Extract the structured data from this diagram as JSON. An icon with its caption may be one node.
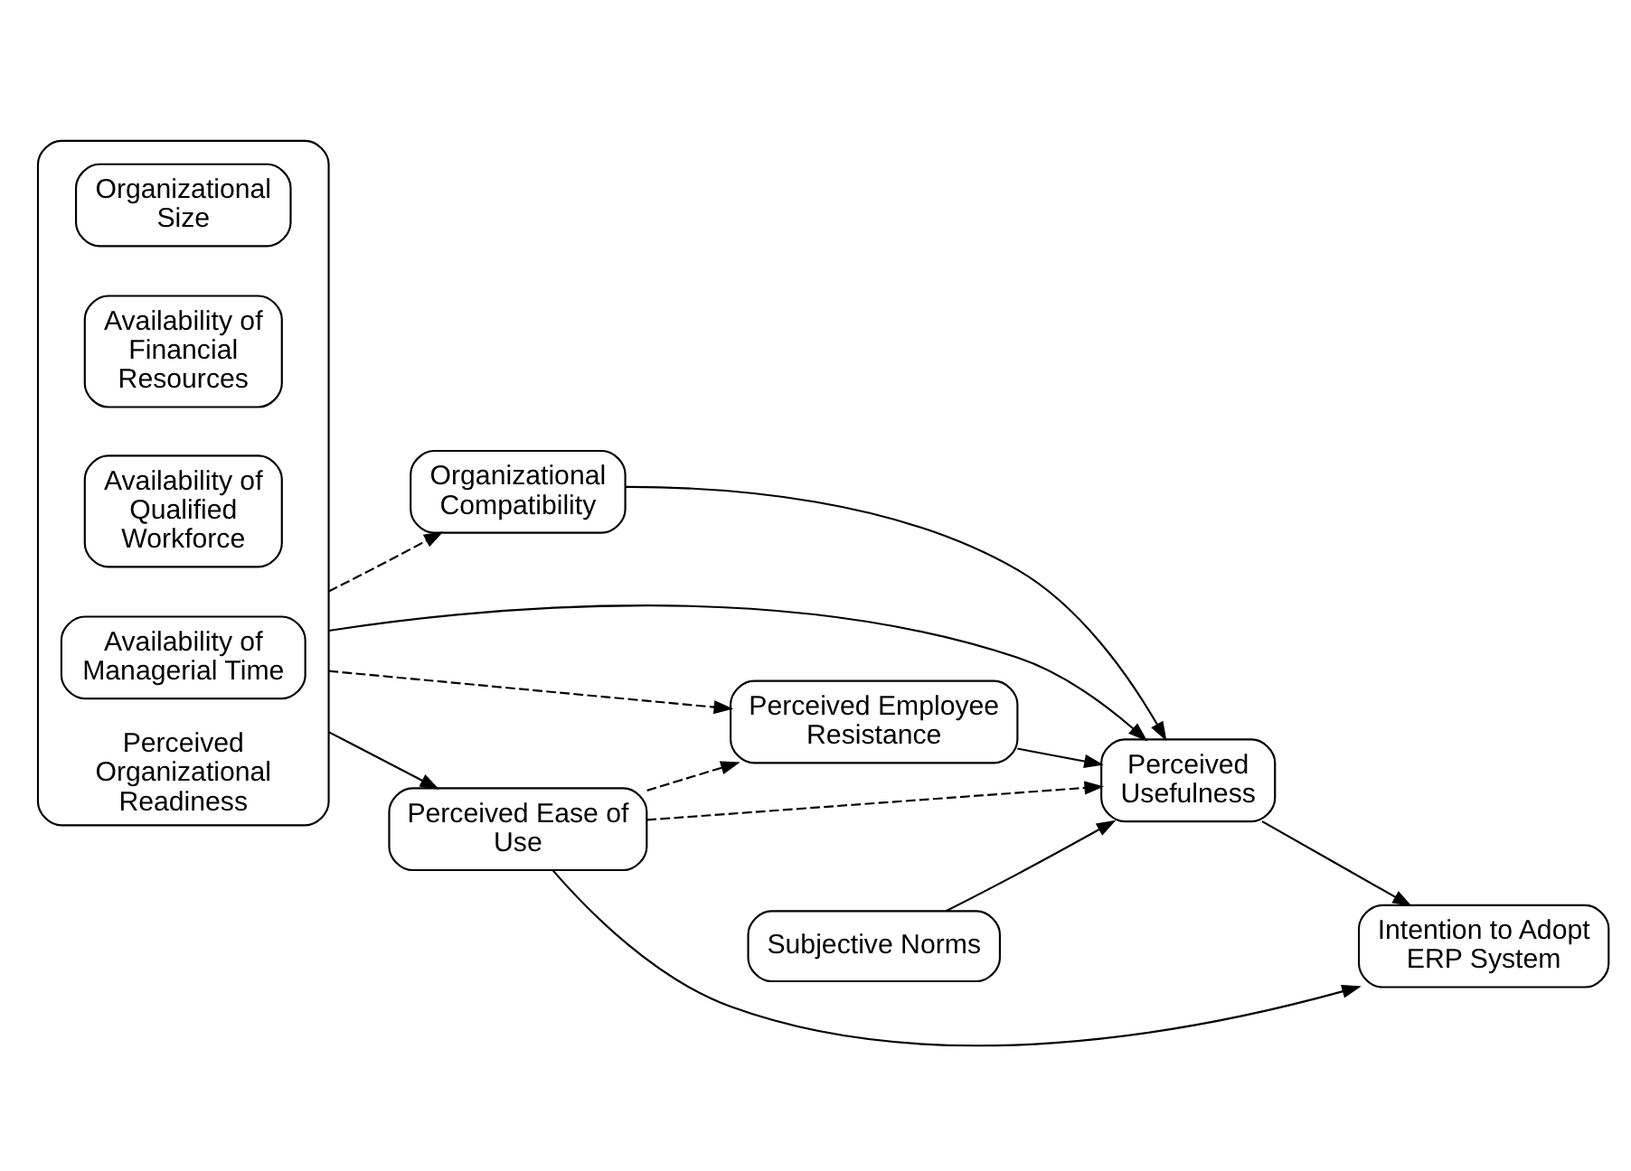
{
  "diagram": {
    "nodes": [
      {
        "text": [
          "Perceived Organizational Readiness"
        ]
      },
      {
        "text": [
          "Availability of Managerial Time"
        ],
        "in": 0
      },
      {
        "text": [
          "Availability of Qualified Workforce"
        ],
        "in": 0
      },
      {
        "text": [
          "Availability of Financial Resources"
        ],
        "in": 0
      },
      {
        "text": [
          "Organizational Size"
        ],
        "in": 0
      },
      {
        "text": [
          "Subjective Norms"
        ]
      },
      {
        "text": [
          "Organizational Compatibility"
        ]
      },
      {
        "text": [
          "Perceived Usefulness"
        ]
      },
      {
        "text": [
          "Perceived Employee Resistance"
        ]
      },
      {
        "text": [
          "Intention to Adopt ERP System"
        ]
      },
      {
        "text": [
          "Perceived Ease of Use"
        ]
      }
    ],
    "edges": [
      {
        "from": 0,
        "to": 7,
        "arrow": "to"
      },
      {
        "from": 0,
        "to": 6,
        "arrow": "to",
        "style": "dashed"
      },
      {
        "from": 0,
        "to": 8,
        "arrow": "to",
        "style": "dashed"
      },
      {
        "from": 6,
        "to": 7,
        "arrow": "to"
      },
      {
        "from": 5,
        "to": 7,
        "arrow": "to"
      },
      {
        "from": 8,
        "to": 7,
        "arrow": "to"
      },
      {
        "from": 10,
        "to": 7,
        "arrow": "to",
        "style": "dashed"
      },
      {
        "from": 10,
        "to": 8,
        "arrow": "to",
        "style": "dashed"
      },
      {
        "from": 7,
        "to": 9,
        "arrow": "to"
      },
      {
        "from": 10,
        "to": 9,
        "arrow": "to"
      },
      {
        "from": 0,
        "to": 10,
        "arrow": "to"
      }
    ]
  }
}
